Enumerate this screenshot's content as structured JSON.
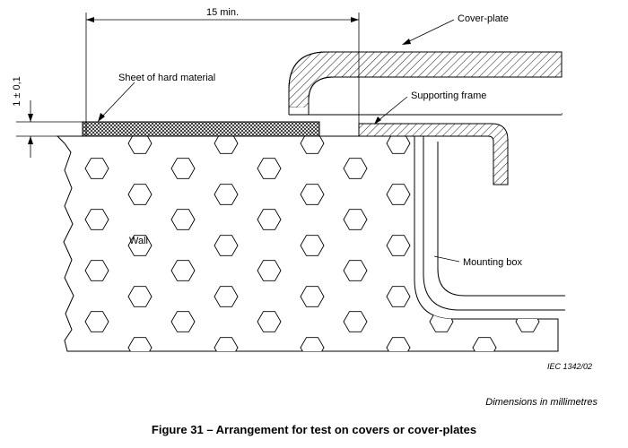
{
  "labels": {
    "dimension_15": "15 min.",
    "dimension_1": "1 ± 0,1",
    "cover_plate": "Cover-plate",
    "sheet": "Sheet of hard material",
    "supporting_frame": "Supporting frame",
    "wall": "Wall",
    "mounting_box": "Mounting box",
    "figure_ref": "IEC  1342/02",
    "units": "Dimensions in millimetres",
    "caption": "Figure 31 – Arrangement for test on covers or cover-plates"
  }
}
